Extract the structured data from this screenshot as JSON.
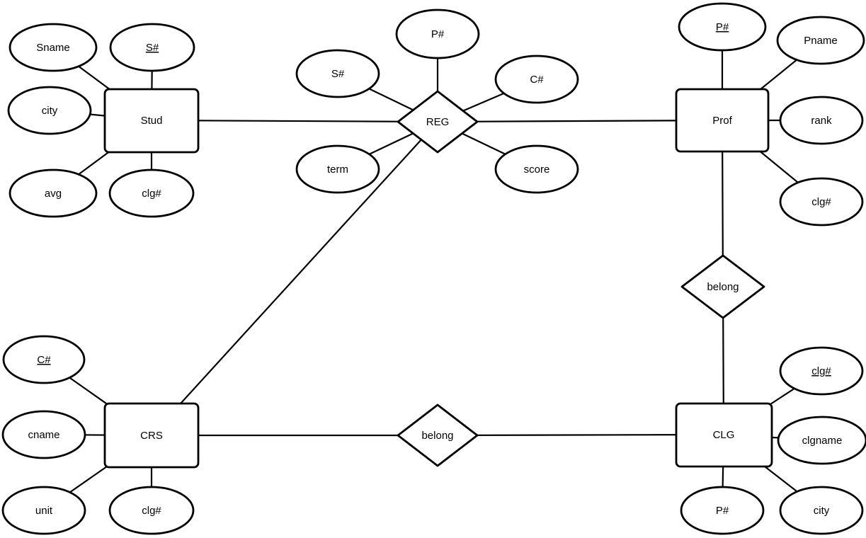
{
  "diagram": {
    "kind": "entity-relationship-diagram",
    "colors": {
      "stroke": "#000000",
      "fill": "#ffffff",
      "background": "#ffffff"
    }
  },
  "entities": {
    "stud": {
      "label": "Stud",
      "attrs": {
        "sname": {
          "label": "Sname",
          "key": false
        },
        "s_num": {
          "label": "S#",
          "key": true
        },
        "city": {
          "label": "city",
          "key": false
        },
        "avg": {
          "label": "avg",
          "key": false
        },
        "clg_num": {
          "label": "clg#",
          "key": false
        }
      }
    },
    "prof": {
      "label": "Prof",
      "attrs": {
        "p_num": {
          "label": "P#",
          "key": true
        },
        "pname": {
          "label": "Pname",
          "key": false
        },
        "rank": {
          "label": "rank",
          "key": false
        },
        "clg_num": {
          "label": "clg#",
          "key": false
        }
      }
    },
    "crs": {
      "label": "CRS",
      "attrs": {
        "c_num": {
          "label": "C#",
          "key": true
        },
        "cname": {
          "label": "cname",
          "key": false
        },
        "unit": {
          "label": "unit",
          "key": false
        },
        "clg_num": {
          "label": "clg#",
          "key": false
        }
      }
    },
    "clg": {
      "label": "CLG",
      "attrs": {
        "clg_num": {
          "label": "clg#",
          "key": true
        },
        "clgname": {
          "label": "clgname",
          "key": false
        },
        "p_num": {
          "label": "P#",
          "key": false
        },
        "city": {
          "label": "city",
          "key": false
        }
      }
    }
  },
  "relationships": {
    "reg": {
      "label": "REG",
      "attrs": {
        "s_num": {
          "label": "S#"
        },
        "p_num": {
          "label": "P#"
        },
        "c_num": {
          "label": "C#"
        },
        "term": {
          "label": "term"
        },
        "score": {
          "label": "score"
        }
      }
    },
    "belong_prof_clg": {
      "label": "belong"
    },
    "belong_crs_clg": {
      "label": "belong"
    }
  },
  "connections": [
    {
      "from": "Stud",
      "to": "REG"
    },
    {
      "from": "REG",
      "to": "Prof"
    },
    {
      "from": "REG",
      "to": "CRS"
    },
    {
      "from": "Prof",
      "to": "belong_prof_clg"
    },
    {
      "from": "belong_prof_clg",
      "to": "CLG"
    },
    {
      "from": "CRS",
      "to": "belong_crs_clg"
    },
    {
      "from": "belong_crs_clg",
      "to": "CLG"
    }
  ]
}
